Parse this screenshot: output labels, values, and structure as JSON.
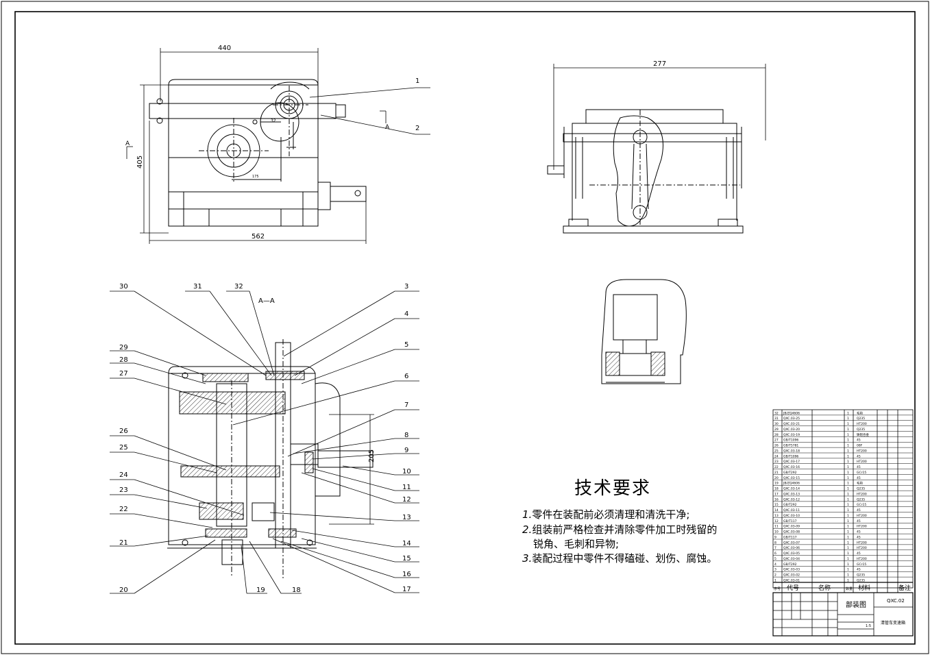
{
  "drawing": {
    "dimensions": {
      "top_width": "440",
      "overall_width": "562",
      "height": "405",
      "side_width": "277",
      "shaft_offset": "205",
      "small_a": "32",
      "small_b": "175"
    },
    "section_markers": {
      "a_top": "A",
      "a_left": "A",
      "section_title": "A—A"
    },
    "balloons_top": [
      "1",
      "2"
    ],
    "balloons_section": [
      "30",
      "31",
      "32",
      "3",
      "4",
      "5",
      "6",
      "7",
      "8",
      "9",
      "10",
      "11",
      "12",
      "13",
      "14",
      "15",
      "16",
      "17",
      "18",
      "19",
      "20",
      "21",
      "22",
      "23",
      "24",
      "25",
      "26",
      "27",
      "28",
      "29"
    ]
  },
  "tech_requirements": {
    "title": "技术要求",
    "items": [
      {
        "num": "1.",
        "text": "零件在装配前必须清理和清洗干净;"
      },
      {
        "num": "2.",
        "text": "组装前严格检查并清除零件加工时残留的"
      },
      {
        "num": "",
        "text": "锐角、毛刺和异物;"
      },
      {
        "num": "3.",
        "text": "装配过程中零件不得磕碰、划伤、腐蚀。"
      }
    ]
  },
  "bom": {
    "header": {
      "seq": "序号",
      "code": "代号",
      "name": "名称",
      "qty": "数量",
      "material": "材料",
      "note": "备注"
    },
    "rows": [
      {
        "seq": "32",
        "code": "JB/ZQ4606",
        "qty": "1",
        "mat": "毛毡"
      },
      {
        "seq": "31",
        "code": "QXC.03-25",
        "qty": "1",
        "mat": "Q235"
      },
      {
        "seq": "30",
        "code": "QXC.03-21",
        "qty": "1",
        "mat": "HT200"
      },
      {
        "seq": "29",
        "code": "QXC.03-20",
        "qty": "1",
        "mat": "Q235"
      },
      {
        "seq": "28",
        "code": "QXC.03-19",
        "qty": "1",
        "mat": "铸铝合金"
      },
      {
        "seq": "27",
        "code": "GB/T1096",
        "qty": "1",
        "mat": "45"
      },
      {
        "seq": "26",
        "code": "GB/T5781",
        "qty": "1",
        "mat": "08F"
      },
      {
        "seq": "25",
        "code": "QXC.03-18",
        "qty": "1",
        "mat": "HT200"
      },
      {
        "seq": "24",
        "code": "GB/T1096",
        "qty": "1",
        "mat": "45"
      },
      {
        "seq": "23",
        "code": "QXC.03-17",
        "qty": "1",
        "mat": "HT200"
      },
      {
        "seq": "22",
        "code": "QXC.03-16",
        "qty": "1",
        "mat": "45"
      },
      {
        "seq": "21",
        "code": "GB/T292",
        "qty": "1",
        "mat": "GCr15"
      },
      {
        "seq": "20",
        "code": "QXC.03-15",
        "qty": "1",
        "mat": "45"
      },
      {
        "seq": "19",
        "code": "JB/ZQ4606",
        "qty": "1",
        "mat": "毛毡"
      },
      {
        "seq": "18",
        "code": "QXC.03-14",
        "qty": "1",
        "mat": "Q235"
      },
      {
        "seq": "17",
        "code": "QXC.03-13",
        "qty": "1",
        "mat": "HT200"
      },
      {
        "seq": "16",
        "code": "QXC.03-12",
        "qty": "1",
        "mat": "Q235"
      },
      {
        "seq": "15",
        "code": "GB/T292",
        "qty": "1",
        "mat": "GCr15"
      },
      {
        "seq": "14",
        "code": "QXC.03-11",
        "qty": "1",
        "mat": "45"
      },
      {
        "seq": "13",
        "code": "QXC.03-10",
        "qty": "1",
        "mat": "HT200"
      },
      {
        "seq": "12",
        "code": "GB/T117",
        "qty": "1",
        "mat": "45"
      },
      {
        "seq": "11",
        "code": "QXC.03-09",
        "qty": "1",
        "mat": "HT200"
      },
      {
        "seq": "10",
        "code": "QXC.03-08",
        "qty": "1",
        "mat": "45"
      },
      {
        "seq": "9",
        "code": "GB/T117",
        "qty": "1",
        "mat": "45"
      },
      {
        "seq": "8",
        "code": "QXC.03-07",
        "qty": "1",
        "mat": "HT200"
      },
      {
        "seq": "7",
        "code": "QXC.03-06",
        "qty": "1",
        "mat": "HT200"
      },
      {
        "seq": "6",
        "code": "QXC.03-05",
        "qty": "1",
        "mat": "45"
      },
      {
        "seq": "5",
        "code": "QXC.03-04",
        "qty": "1",
        "mat": "HT200"
      },
      {
        "seq": "4",
        "code": "GB/T292",
        "qty": "1",
        "mat": "GCr15"
      },
      {
        "seq": "3",
        "code": "QXC.03-03",
        "qty": "1",
        "mat": "45"
      },
      {
        "seq": "2",
        "code": "QXC.03-02",
        "qty": "1",
        "mat": "Q235"
      },
      {
        "seq": "1",
        "code": "QXC.03-01",
        "qty": "1",
        "mat": "Q235"
      }
    ]
  },
  "title_block": {
    "drawing_name": "部装图",
    "drawing_no": "QXC.02",
    "product": "清管车变速箱",
    "scale": "1:5"
  },
  "colors": {
    "line": "#000000",
    "paper": "#ffffff"
  }
}
